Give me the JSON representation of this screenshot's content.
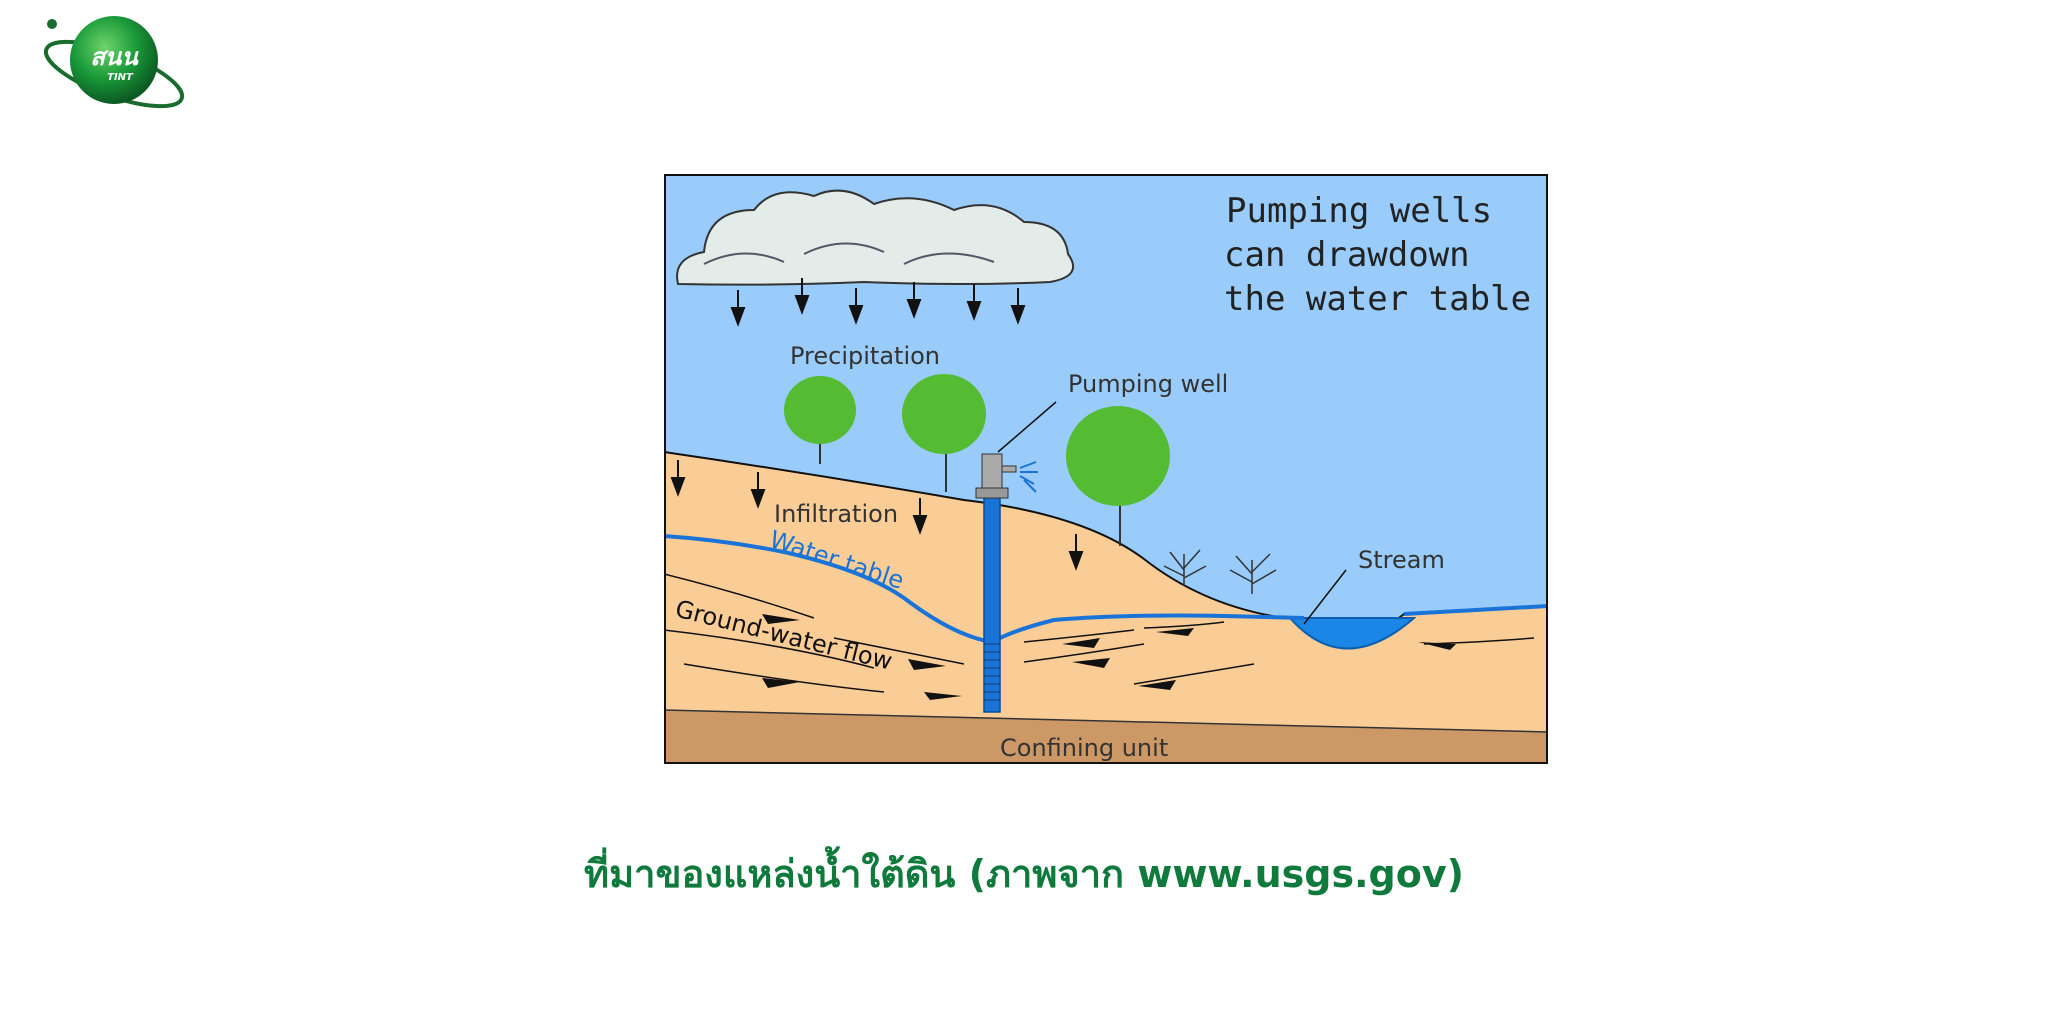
{
  "logo": {
    "main_text": "สนน",
    "sub_text": "TINT",
    "colors": {
      "sphere": "#1a8a3a",
      "orbit": "#1a6b2e"
    }
  },
  "diagram": {
    "title_lines": [
      "Pumping wells",
      "can drawdown",
      "the water table"
    ],
    "labels": {
      "precipitation": "Precipitation",
      "pumping_well": "Pumping well",
      "infiltration": "Infiltration",
      "water_table": "Water table",
      "ground_water_flow": "Ground-water flow",
      "stream": "Stream",
      "confining_unit": "Confining unit"
    },
    "colors": {
      "sky": "#99ccfa",
      "soil": "#fbcd96",
      "confining": "#cc9966",
      "water": "#1177dd",
      "tree": "#55bb33"
    }
  },
  "caption": {
    "text": "ที่มาของแหล่งน้ำใต้ดิน (ภาพจาก www.usgs.gov)"
  }
}
